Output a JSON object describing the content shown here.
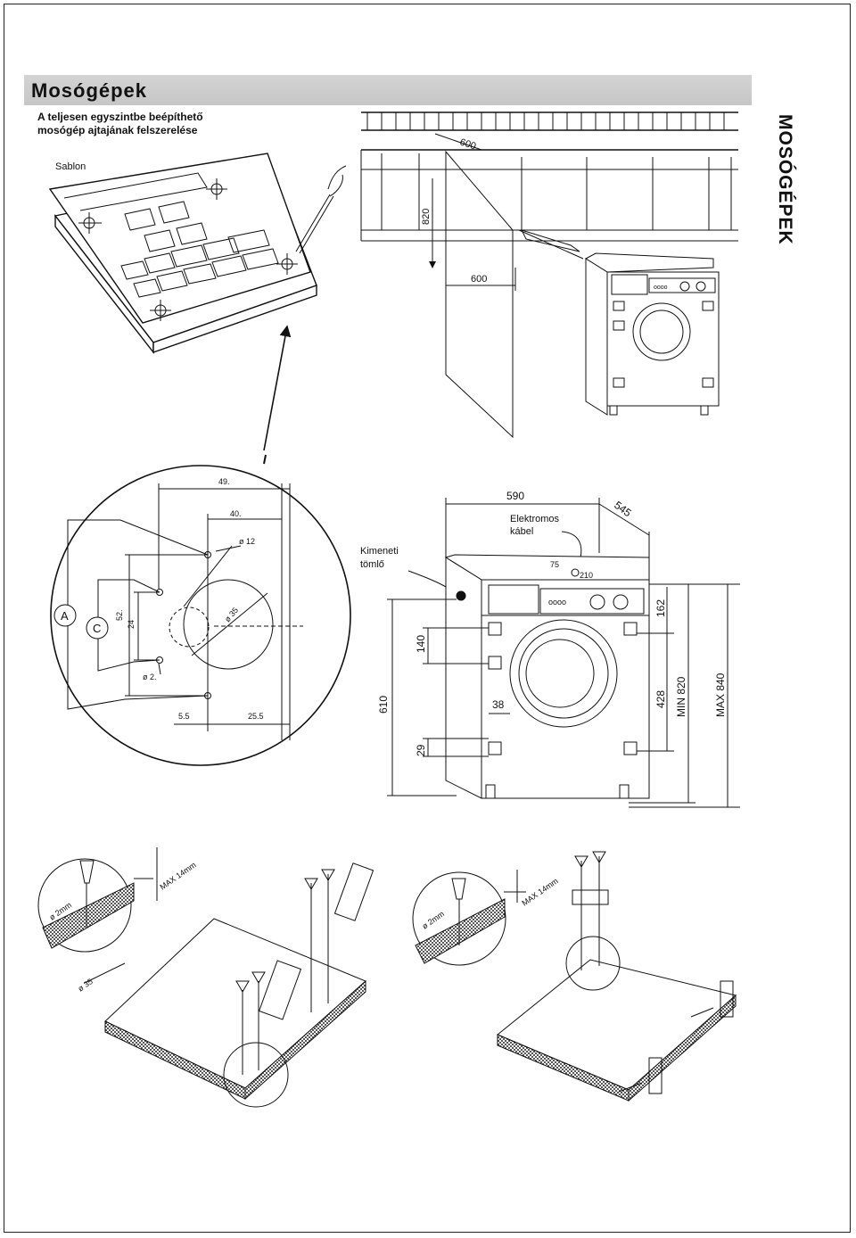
{
  "header": {
    "title": "Mosógépek",
    "side_title": "MOSÓGÉPEK"
  },
  "caption": {
    "line1": "A teljesen egyszintbe beépíthető",
    "line2": "mosógép ajtajának felszerelése"
  },
  "template": {
    "label": "Sablon"
  },
  "cabinet": {
    "dim_depth": "600",
    "dim_height": "820",
    "dim_width": "600"
  },
  "detail": {
    "dim_49": "49.",
    "dim_40": "40.",
    "hole_12": "ø 12",
    "hole_35": "ø 35",
    "dim_52": "52.",
    "dim_24": "24",
    "hole_2": "ø 2.",
    "dim_5_5": "5.5",
    "dim_25_5": "25.5",
    "label_a": "A",
    "label_c": "C"
  },
  "machine": {
    "width": "590",
    "depth": "545",
    "cable_label_1": "Elektromos",
    "cable_label_2": "kábel",
    "hose_label_1": "Kimeneti",
    "hose_label_2": "tömlő",
    "dim_75": "75",
    "dim_210": "210",
    "dim_162": "162",
    "dim_140": "140",
    "dim_610": "610",
    "dim_38": "38",
    "dim_428": "428",
    "dim_29": "29",
    "min_820": "MIN 820",
    "max_840": "MAX 840"
  },
  "mounting": {
    "left_drill": "ø 2mm",
    "left_max": "MAX 14mm",
    "left_hole": "ø 35",
    "right_drill": "ø 2mm",
    "right_max": "MAX 14mm"
  }
}
